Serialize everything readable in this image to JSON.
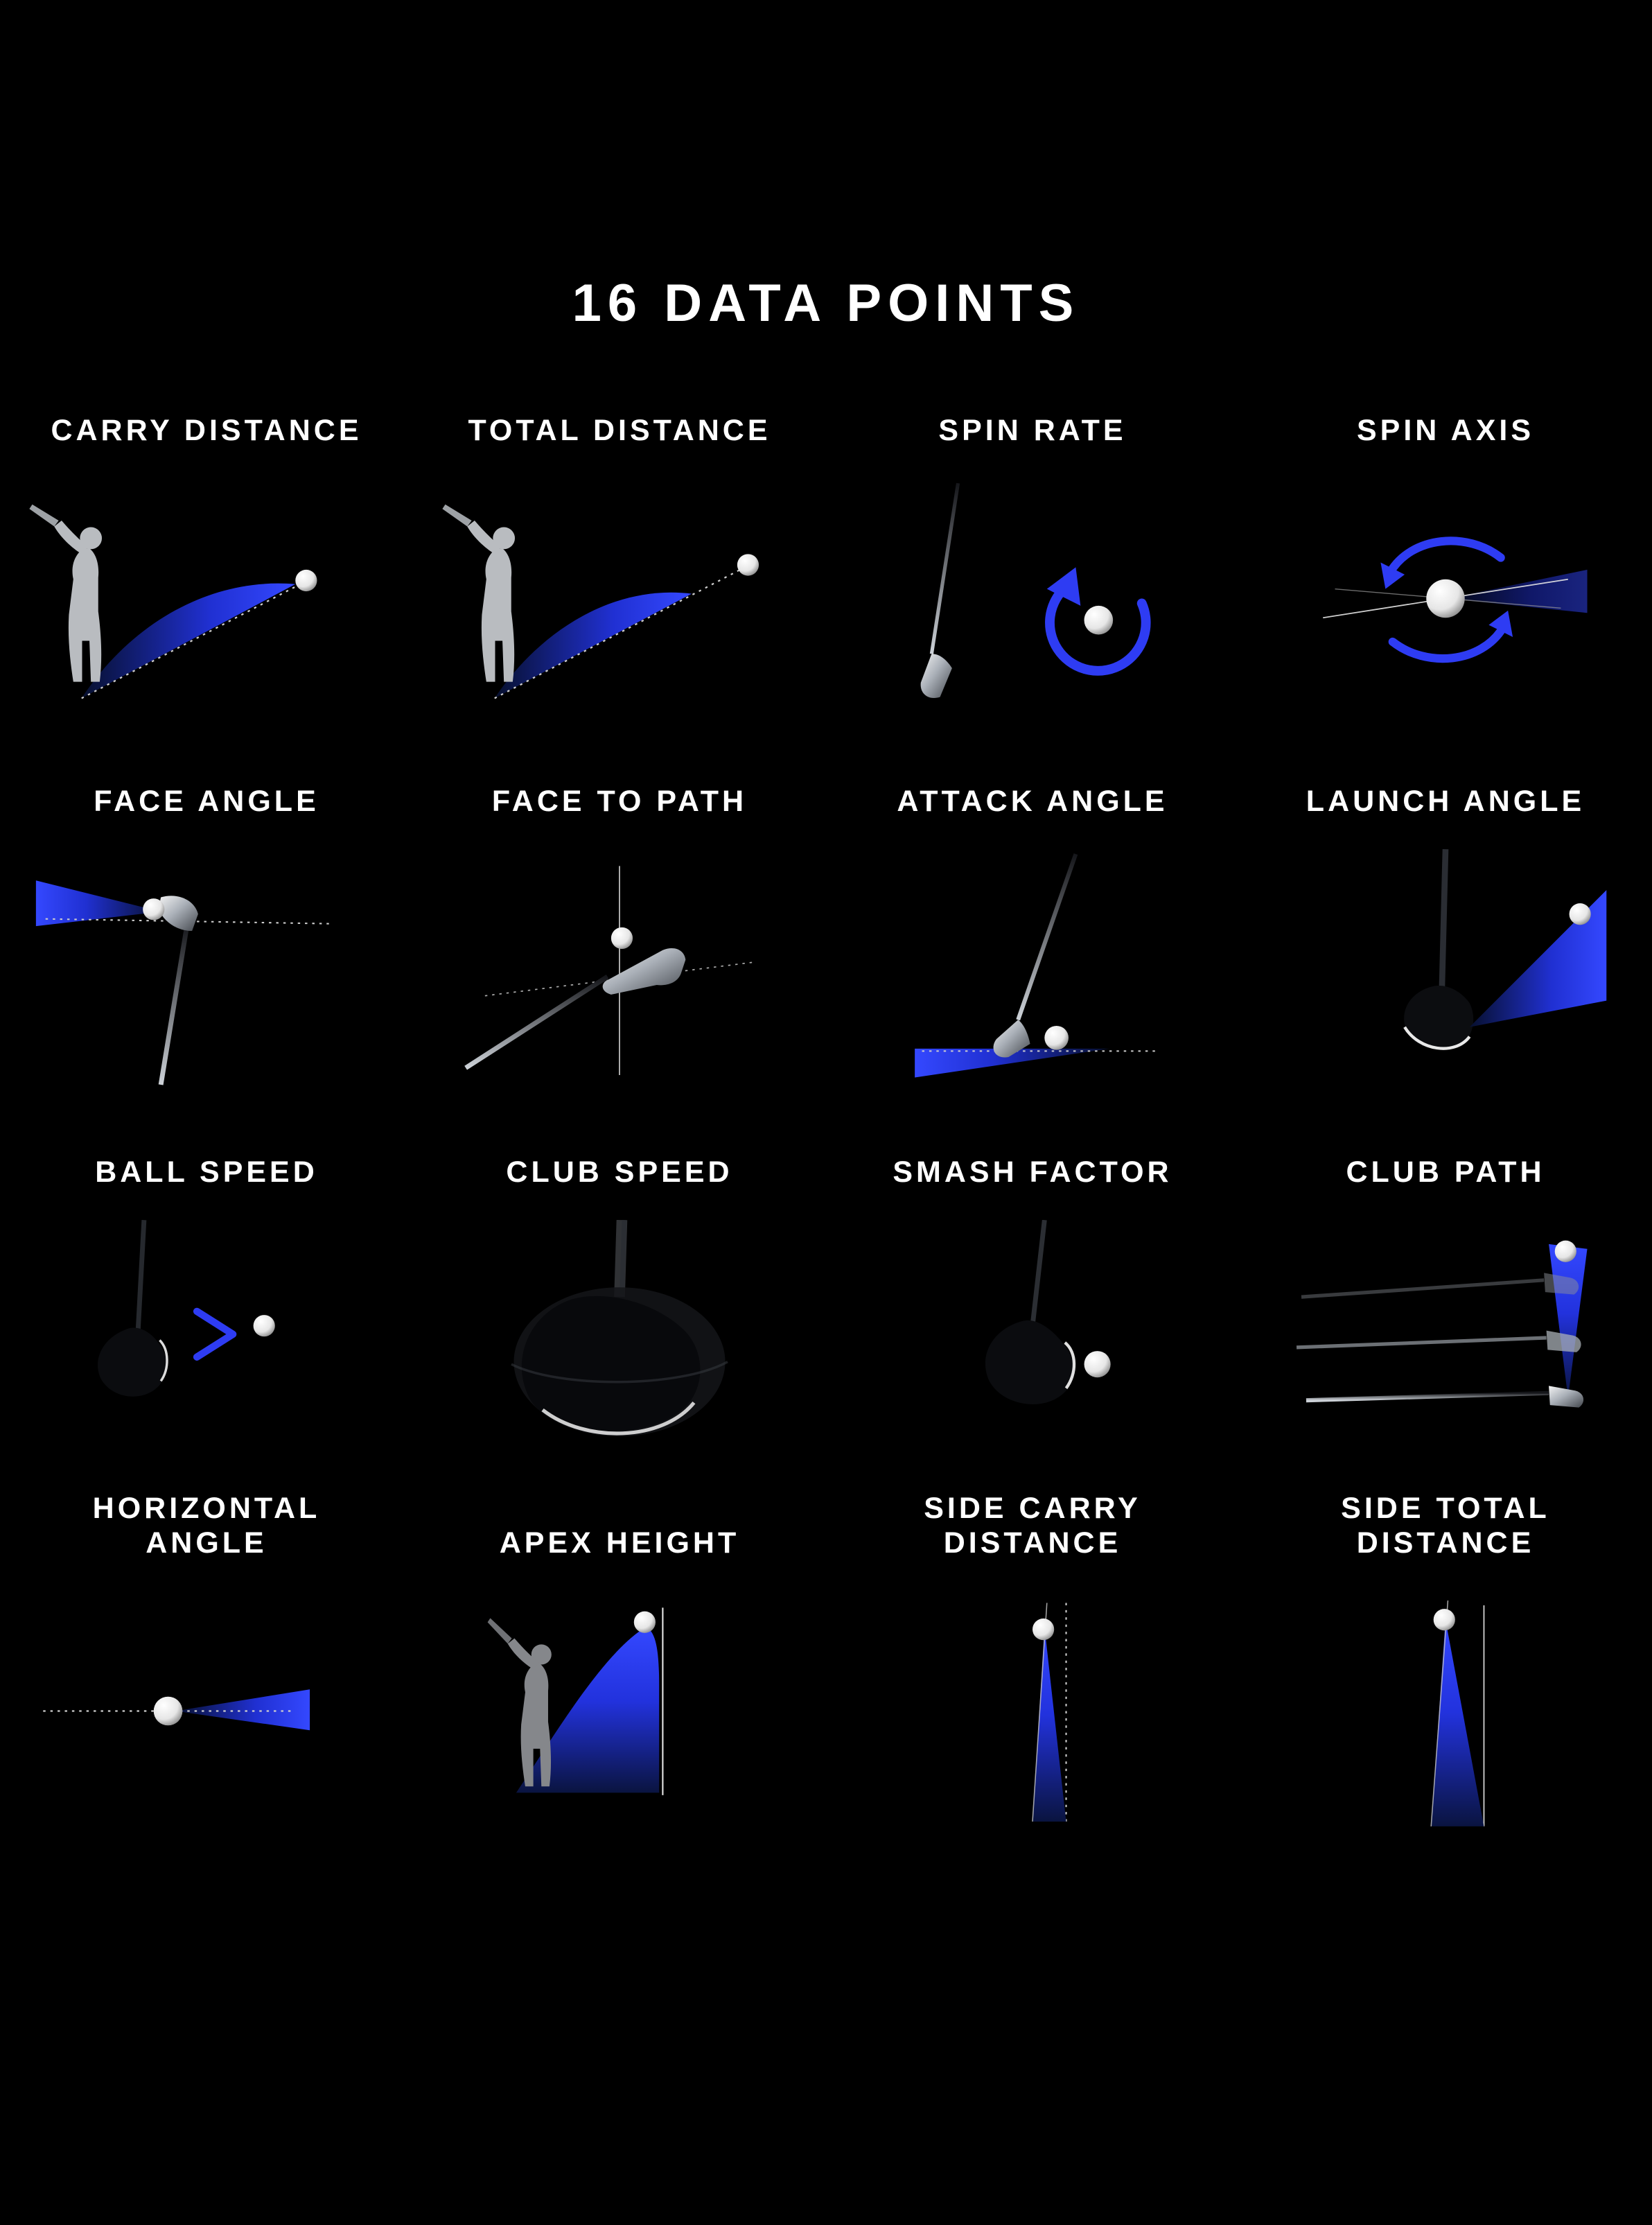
{
  "title": "16 DATA POINTS",
  "colors": {
    "background": "#000000",
    "accent_blue": "#2e3cf3",
    "text": "#ffffff"
  },
  "items": [
    {
      "label": "CARRY DISTANCE"
    },
    {
      "label": "TOTAL DISTANCE"
    },
    {
      "label": "SPIN RATE"
    },
    {
      "label": "SPIN AXIS"
    },
    {
      "label": "FACE ANGLE"
    },
    {
      "label": "FACE TO PATH"
    },
    {
      "label": "ATTACK ANGLE"
    },
    {
      "label": "LAUNCH ANGLE"
    },
    {
      "label": "BALL SPEED"
    },
    {
      "label": "CLUB SPEED"
    },
    {
      "label": "SMASH FACTOR"
    },
    {
      "label": "CLUB PATH"
    },
    {
      "label": "HORIZONTAL\nANGLE"
    },
    {
      "label": "APEX HEIGHT"
    },
    {
      "label": "SIDE CARRY\nDISTANCE"
    },
    {
      "label": "SIDE TOTAL\nDISTANCE"
    }
  ]
}
